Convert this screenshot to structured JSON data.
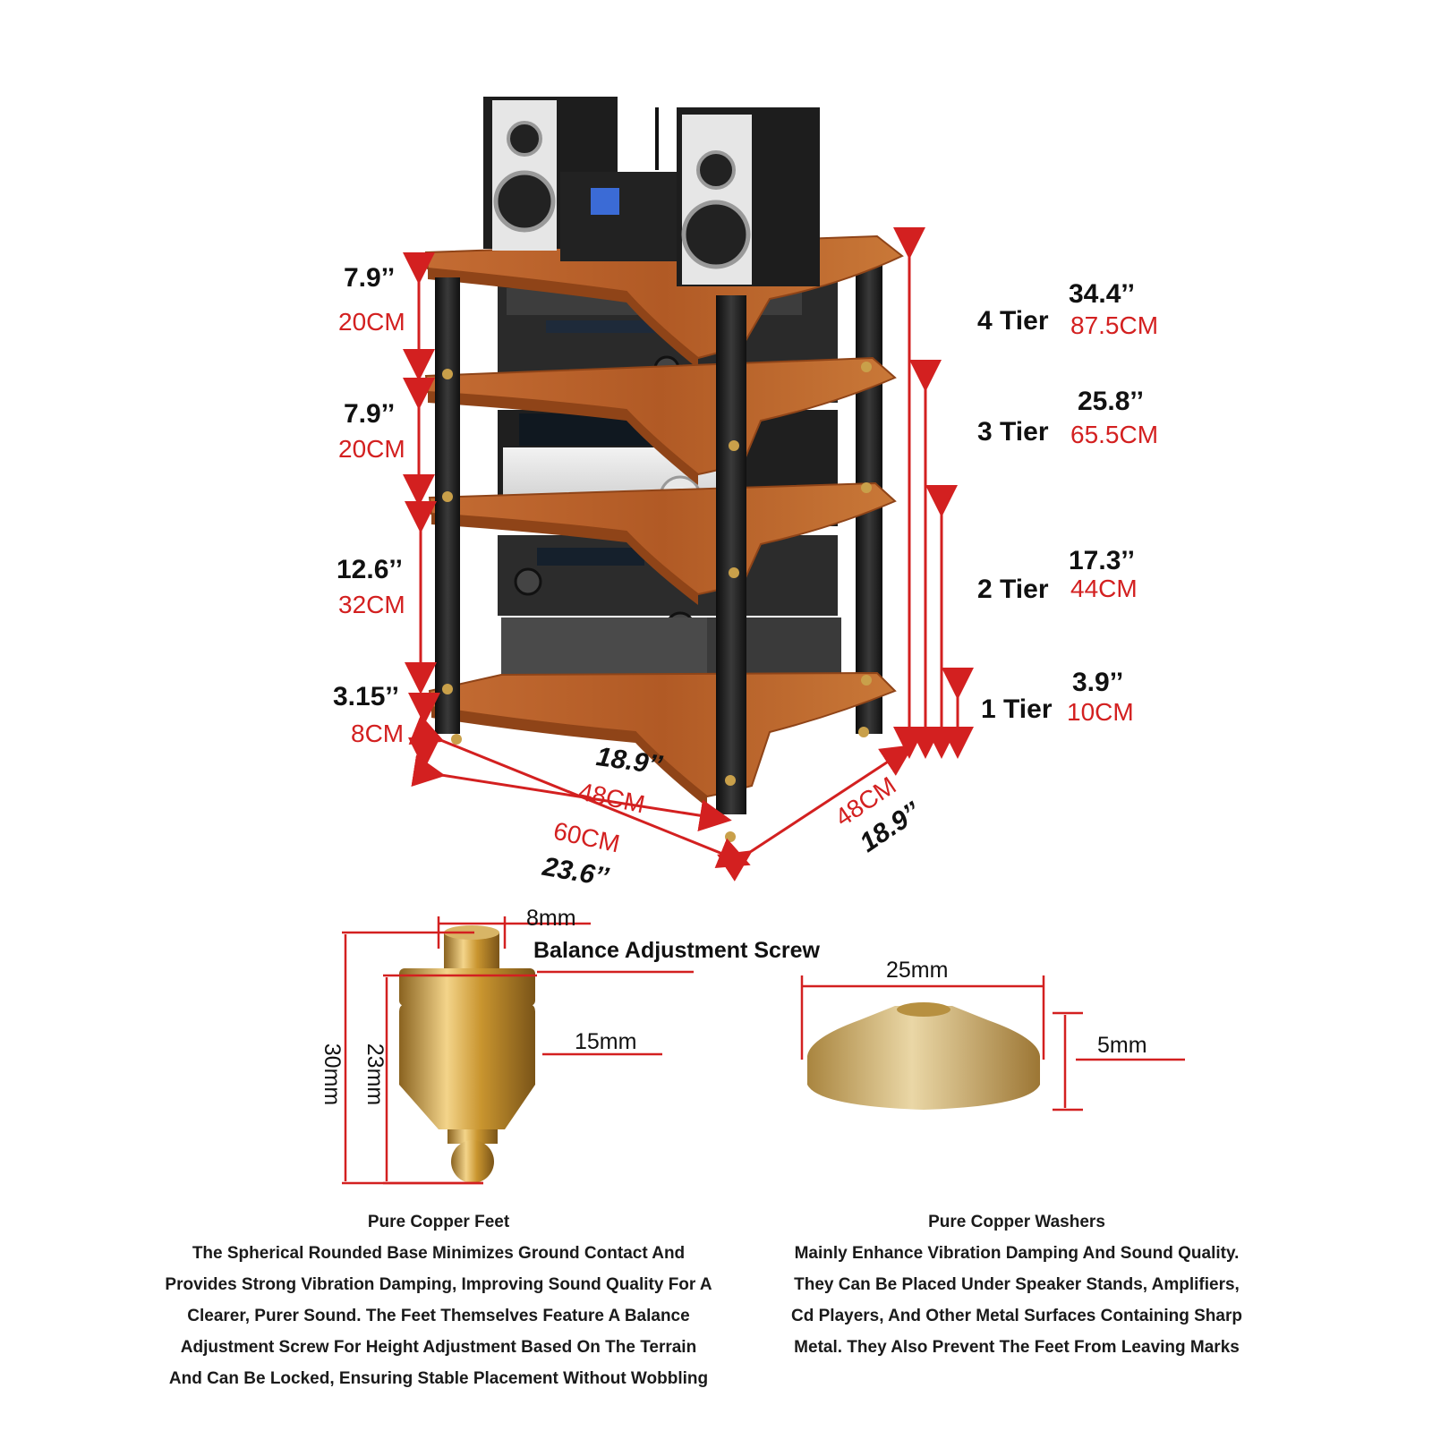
{
  "height_labels": [
    {
      "imperial": "7.9’’",
      "metric": "20CM"
    },
    {
      "imperial": "7.9’’",
      "metric": "20CM"
    },
    {
      "imperial": "12.6’’",
      "metric": "32CM"
    },
    {
      "imperial": "3.15’’",
      "metric": "8CM"
    }
  ],
  "tiers": [
    {
      "label": "4 Tier",
      "imperial": "34.4’’",
      "metric": "87.5CM"
    },
    {
      "label": "3 Tier",
      "imperial": "25.8’’",
      "metric": "65.5CM"
    },
    {
      "label": "2 Tier",
      "imperial": "17.3’’",
      "metric": "44CM"
    },
    {
      "label": "1 Tier",
      "imperial": "3.9’’",
      "metric": "10CM"
    }
  ],
  "footprint": {
    "inner_depth_imperial": "18.9’’",
    "inner_depth_metric": "48CM",
    "width_metric": "60CM",
    "width_imperial": "23.6’’",
    "side_depth_metric": "48CM",
    "side_depth_imperial": "18.9’’"
  },
  "feet_spec": {
    "heading": "Balance Adjustment Screw",
    "screw_width": "8mm",
    "body_width": "15mm",
    "total_height": "30mm",
    "body_height": "23mm"
  },
  "washer_spec": {
    "diameter": "25mm",
    "thickness": "5mm"
  },
  "captions": {
    "feet": {
      "title": "Pure Copper Feet",
      "lines": [
        "The Spherical Rounded Base Minimizes Ground Contact And",
        "Provides Strong Vibration Damping, Improving Sound Quality For A",
        "Clearer, Purer Sound. The Feet Themselves Feature A Balance",
        "Adjustment Screw For Height Adjustment Based On The Terrain",
        "And Can Be Locked, Ensuring Stable Placement Without Wobbling"
      ]
    },
    "washers": {
      "title": "Pure Copper Washers",
      "lines": [
        "Mainly Enhance Vibration Damping And Sound Quality.",
        "They Can Be Placed Under Speaker Stands, Amplifiers,",
        "Cd Players, And Other Metal Surfaces Containing Sharp",
        "Metal. They Also Prevent The Feet From Leaving Marks"
      ]
    }
  },
  "colors": {
    "wood": "#b8602a",
    "wood_edge": "#8f4418",
    "post": "#1c1c1c",
    "brass": "#c9a04a",
    "dim_red": "#d32020",
    "text": "#111111"
  }
}
